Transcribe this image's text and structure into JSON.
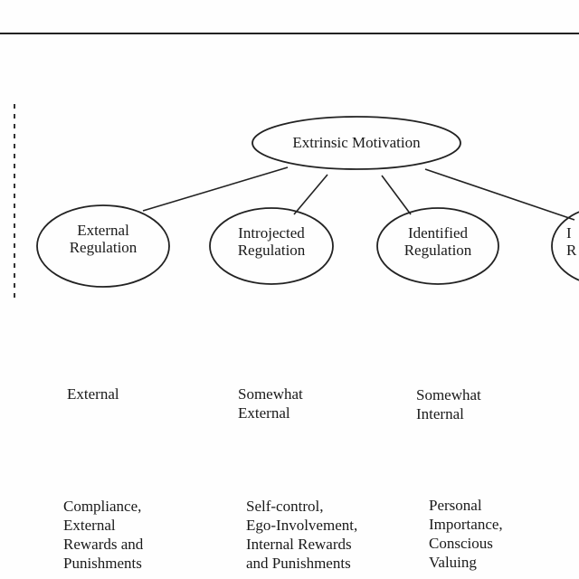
{
  "root": {
    "label": "Extrinsic Motivation"
  },
  "nodes": [
    {
      "id": "external",
      "line1": "External",
      "line2": "Regulation"
    },
    {
      "id": "introjected",
      "line1": "Introjected",
      "line2": "Regulation"
    },
    {
      "id": "identified",
      "line1": "Identified",
      "line2": "Regulation"
    },
    {
      "id": "integrated",
      "line1": "I",
      "line2": "R"
    }
  ],
  "locus": [
    {
      "line1": "External",
      "line2": ""
    },
    {
      "line1": "Somewhat",
      "line2": "External"
    },
    {
      "line1": "Somewhat",
      "line2": "Internal"
    }
  ],
  "processes": [
    {
      "line1": "Compliance,",
      "line2": "External",
      "line3": "Rewards and",
      "line4": "Punishments"
    },
    {
      "line1": "Self-control,",
      "line2": "Ego-Involvement,",
      "line3": "Internal Rewards",
      "line4": "and Punishments"
    },
    {
      "line1": "Personal",
      "line2": "Importance,",
      "line3": "Conscious",
      "line4": "Valuing"
    }
  ]
}
